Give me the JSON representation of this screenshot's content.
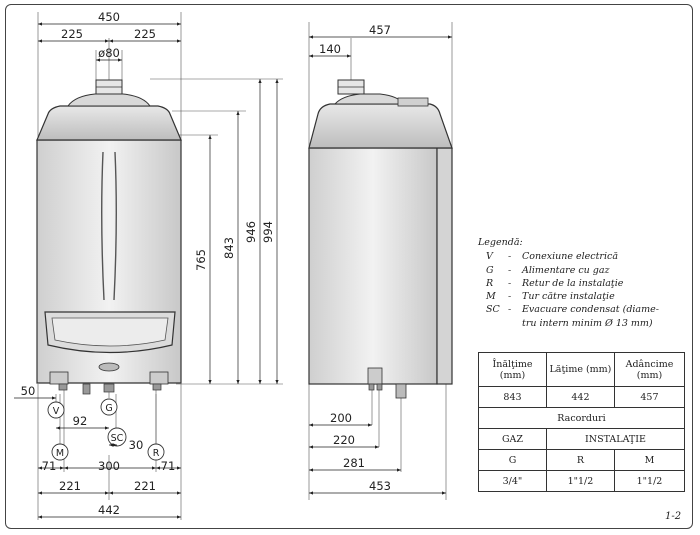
{
  "front_view": {
    "dimensions": {
      "overall_width": "450",
      "half_width_left": "225",
      "half_width_right": "225",
      "flue_diameter": "ø80",
      "height_765": "765",
      "height_843": "843",
      "height_946": "946",
      "height_994": "994",
      "bottom_offset_50": "50",
      "offset_92": "92",
      "offset_30": "30",
      "offset_71_left": "71",
      "offset_300": "300",
      "offset_71_right": "71",
      "base_221_left": "221",
      "base_221_right": "221",
      "base_width": "442"
    },
    "connections": [
      "V",
      "G",
      "SC",
      "M",
      "R"
    ]
  },
  "side_view": {
    "dimensions": {
      "depth": "457",
      "flue_offset": "140",
      "offset_200": "200",
      "offset_220": "220",
      "offset_281": "281",
      "base_depth": "453"
    }
  },
  "legend": {
    "title": "Legendă:",
    "items": [
      {
        "code": "V",
        "dash": "-",
        "desc": "Conexiune electrică"
      },
      {
        "code": "G",
        "dash": "-",
        "desc": "Alimentare cu gaz"
      },
      {
        "code": "R",
        "dash": "-",
        "desc": "Retur de la instalaţie"
      },
      {
        "code": "M",
        "dash": "-",
        "desc": "Tur către instalaţie"
      },
      {
        "code": "SC",
        "dash": "-",
        "desc": "Evacuare condensat (diame-"
      }
    ],
    "continuation": "tru intern minim Ø 13 mm)"
  },
  "spec_table": {
    "headers": [
      "Înălţime (mm)",
      "Lăţime (mm)",
      "Adâncime (mm)"
    ],
    "values": [
      "843",
      "442",
      "457"
    ],
    "section": "Racorduri",
    "groups": [
      "GAZ",
      "INSTALAŢIE"
    ],
    "conn_codes": [
      "G",
      "R",
      "M"
    ],
    "conn_sizes": [
      "3/4\"",
      "1\"1/2",
      "1\"1/2"
    ]
  },
  "figure_number": "1-2"
}
